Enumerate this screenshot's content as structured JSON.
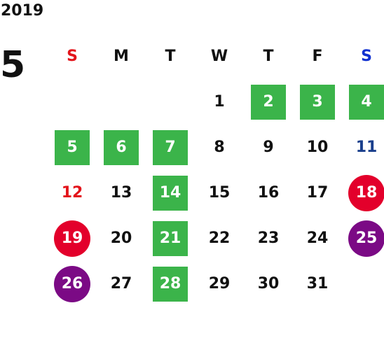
{
  "calendar": {
    "year": "2019",
    "month": "5",
    "weekdays": [
      "S",
      "M",
      "T",
      "W",
      "T",
      "F",
      "S"
    ],
    "colors": {
      "green": "#3bb44a",
      "red": "#e3002b",
      "purple": "#7b0a85",
      "sunday": "#e3141b",
      "saturday": "#1030d0",
      "day_blue": "#1a3f8c"
    },
    "weeks": [
      [
        {
          "d": ""
        },
        {
          "d": ""
        },
        {
          "d": ""
        },
        {
          "d": "1"
        },
        {
          "d": "2",
          "style": "green"
        },
        {
          "d": "3",
          "style": "green"
        },
        {
          "d": "4",
          "style": "green"
        }
      ],
      [
        {
          "d": "5",
          "style": "green"
        },
        {
          "d": "6",
          "style": "green"
        },
        {
          "d": "7",
          "style": "green"
        },
        {
          "d": "8"
        },
        {
          "d": "9"
        },
        {
          "d": "10"
        },
        {
          "d": "11",
          "style": "blue-text"
        }
      ],
      [
        {
          "d": "12",
          "style": "red-text"
        },
        {
          "d": "13"
        },
        {
          "d": "14",
          "style": "green"
        },
        {
          "d": "15"
        },
        {
          "d": "16"
        },
        {
          "d": "17"
        },
        {
          "d": "18",
          "style": "red-circle"
        }
      ],
      [
        {
          "d": "19",
          "style": "red-circle"
        },
        {
          "d": "20"
        },
        {
          "d": "21",
          "style": "green"
        },
        {
          "d": "22"
        },
        {
          "d": "23"
        },
        {
          "d": "24"
        },
        {
          "d": "25",
          "style": "purple-circle"
        }
      ],
      [
        {
          "d": "26",
          "style": "purple-circle"
        },
        {
          "d": "27"
        },
        {
          "d": "28",
          "style": "green"
        },
        {
          "d": "29"
        },
        {
          "d": "30"
        },
        {
          "d": "31"
        },
        {
          "d": ""
        }
      ]
    ]
  }
}
